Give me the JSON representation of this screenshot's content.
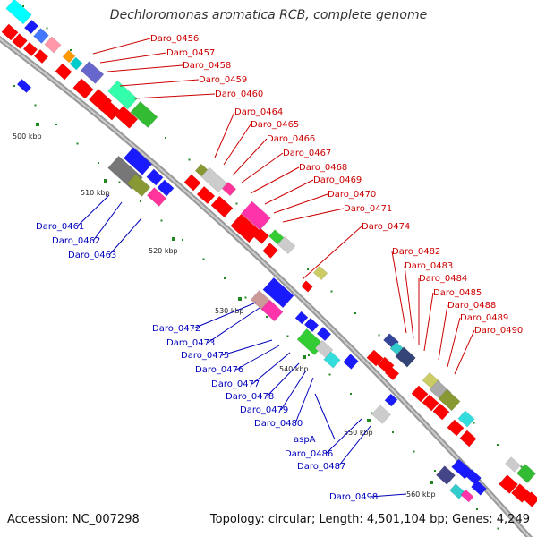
{
  "title": "Dechloromonas aromatica RCB, complete genome",
  "footer": {
    "accession": "Accession: NC_007298",
    "summary": "Topology: circular; Length: 4,501,104 bp; Genes: 4,249"
  },
  "colors": {
    "forward_label": "#cc0000",
    "reverse_label": "#0000bb",
    "backbone": "#999999",
    "ticks": "#228822",
    "forward_strand": "#ff0000",
    "reverse_strand": "#0000ff"
  },
  "ticks": [
    "500 kbp",
    "510 kbp",
    "520 kbp",
    "530 kbp",
    "540 kbp",
    "550 kbp",
    "560 kbp"
  ],
  "forward_labels": [
    "Daro_0456",
    "Daro_0457",
    "Daro_0458",
    "Daro_0459",
    "Daro_0460",
    "Daro_0464",
    "Daro_0465",
    "Daro_0466",
    "Daro_0467",
    "Daro_0468",
    "Daro_0469",
    "Daro_0470",
    "Daro_0471",
    "Daro_0474",
    "Daro_0482",
    "Daro_0483",
    "Daro_0484",
    "Daro_0485",
    "Daro_0488",
    "Daro_0489",
    "Daro_0490"
  ],
  "reverse_labels": [
    "Daro_0461",
    "Daro_0462",
    "Daro_0463",
    "Daro_0472",
    "Daro_0473",
    "Daro_0475",
    "Daro_0476",
    "Daro_0477",
    "Daro_0478",
    "Daro_0479",
    "Daro_0480",
    "aspA",
    "Daro_0486",
    "Daro_0487",
    "Daro_0498"
  ]
}
